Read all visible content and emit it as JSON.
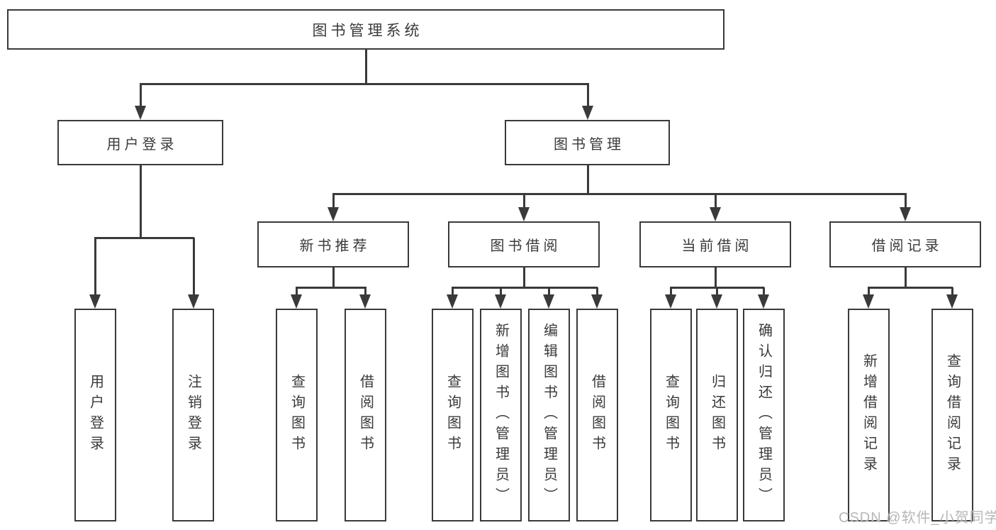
{
  "diagram": {
    "root": {
      "label": "图书管理系统"
    },
    "level2": [
      {
        "label": "用户登录"
      },
      {
        "label": "图书管理"
      }
    ],
    "level3": [
      {
        "label": "新书推荐"
      },
      {
        "label": "图书借阅"
      },
      {
        "label": "当前借阅"
      },
      {
        "label": "借阅记录"
      }
    ],
    "leaf_groups": [
      {
        "children": [
          "用户登录",
          "注销登录"
        ]
      },
      {
        "children": [
          "查询图书",
          "借阅图书"
        ]
      },
      {
        "children": [
          "查询图书",
          "新增图书（管理员）",
          "编辑图书（管理员）",
          "借阅图书"
        ]
      },
      {
        "children": [
          "查询图书",
          "归还图书",
          "确认归还（管理员）"
        ]
      },
      {
        "children": [
          "新增借阅记录",
          "查询借阅记录"
        ]
      }
    ],
    "watermark": "CSDN @软件_小贺同学",
    "colors": {
      "line": "#3a3a3a",
      "background": "#ffffff",
      "watermark": "#afafaf"
    }
  }
}
